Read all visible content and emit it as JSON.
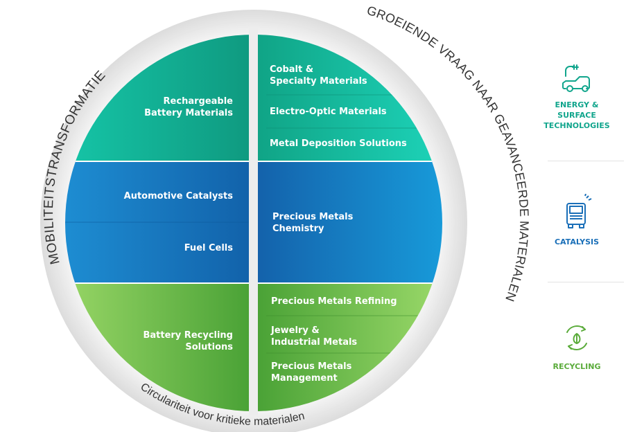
{
  "ring": {
    "left_text": "MOBILITEITSTRANSFORMATIE",
    "right_text": "GROEIENDE VRAAG NAAR GEAVANCEERDE MATERIALEN",
    "bottom_text": "Circulariteit voor kritieke materialen"
  },
  "segments": {
    "left": [
      {
        "label": "Rechargeable\nBattery Materials"
      },
      {
        "label": "Automotive Catalysts"
      },
      {
        "label": "Fuel Cells"
      },
      {
        "label": "Battery Recycling\nSolutions"
      }
    ],
    "right": [
      {
        "label": "Cobalt &\nSpecialty Materials"
      },
      {
        "label": "Electro-Optic Materials"
      },
      {
        "label": "Metal Deposition Solutions"
      },
      {
        "label": "Precious Metals\nChemistry"
      },
      {
        "label": "Precious Metals Refining"
      },
      {
        "label": "Jewelry &\nIndustrial Metals"
      },
      {
        "label": "Precious Metals\nManagement"
      }
    ]
  },
  "sidebar": [
    {
      "title": "ENERGY & SURFACE\nTECHNOLOGIES",
      "icon": "electric-car-icon",
      "color": "#10a58c"
    },
    {
      "title": "CATALYSIS",
      "icon": "truck-icon",
      "color": "#1a6fb8"
    },
    {
      "title": "RECYCLING",
      "icon": "recycle-leaf-icon",
      "color": "#5aab3a"
    }
  ],
  "colors": {
    "teal": "#11a88a",
    "blue": "#1573bf",
    "green": "#5cb039",
    "ring": "#e9e9e9"
  }
}
